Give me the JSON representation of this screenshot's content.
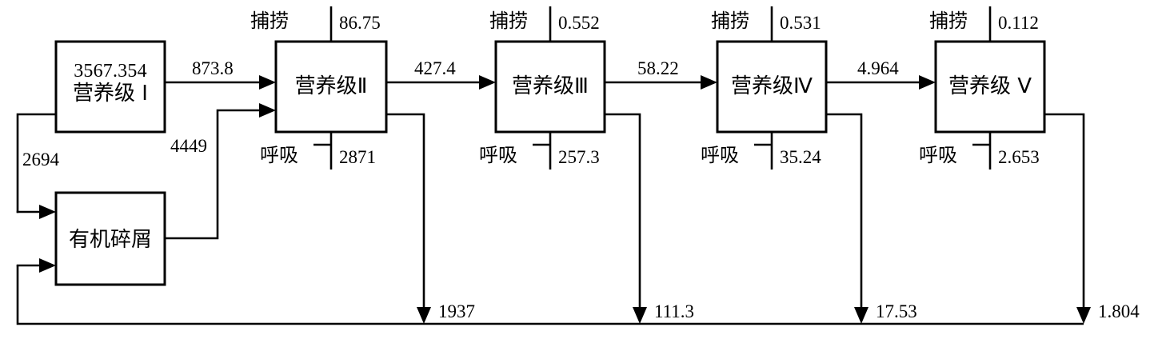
{
  "diagram": {
    "type": "energy-flow-diagram",
    "title_text": "",
    "labels": {
      "fishing": "捕捞",
      "respiration": "呼吸",
      "detritus": "有机碎屑"
    },
    "colors": {
      "stroke": "#000000",
      "background": "#ffffff"
    },
    "boxes": [
      {
        "id": "trophic-1",
        "name": "营养级Ⅰ",
        "name_plain": "营养级 Ⅰ",
        "biomass": "3567.354",
        "fishing": "",
        "respiration": ""
      },
      {
        "id": "trophic-2",
        "name": "营养级Ⅱ",
        "name_plain": "营养级Ⅱ",
        "biomass": "",
        "fishing": "86.75",
        "respiration": "2871"
      },
      {
        "id": "trophic-3",
        "name": "营养级Ⅲ",
        "name_plain": "营养级Ⅲ",
        "biomass": "",
        "fishing": "0.552",
        "respiration": "257.3"
      },
      {
        "id": "trophic-4",
        "name": "营养级Ⅳ",
        "name_plain": "营养级Ⅳ",
        "biomass": "",
        "fishing": "0.531",
        "respiration": "35.24"
      },
      {
        "id": "trophic-5",
        "name": "营养级Ⅴ",
        "name_plain": "营养级 Ⅴ",
        "biomass": "",
        "fishing": "0.112",
        "respiration": "2.653"
      }
    ],
    "flows": {
      "t1_to_t2": "873.8",
      "t2_to_t3": "427.4",
      "t3_to_t4": "58.22",
      "t4_to_t5": "4.964",
      "t1_to_detritus": "2694",
      "detritus_to_t2": "4449",
      "t2_to_detritus": "1937",
      "t3_to_detritus": "111.3",
      "t4_to_detritus": "17.53",
      "t5_to_detritus": "1.804"
    }
  },
  "chart_data": {
    "type": "diagram",
    "title": "",
    "nodes": [
      {
        "label": "营养级Ⅰ",
        "value": 3567.354
      },
      {
        "label": "有机碎屑",
        "value": null
      },
      {
        "label": "营养级Ⅱ",
        "value": null
      },
      {
        "label": "营养级Ⅲ",
        "value": null
      },
      {
        "label": "营养级Ⅳ",
        "value": null
      },
      {
        "label": "营养级Ⅴ",
        "value": null
      }
    ],
    "edges": [
      {
        "from": "营养级Ⅰ",
        "to": "营养级Ⅱ",
        "value": 873.8
      },
      {
        "from": "营养级Ⅱ",
        "to": "营养级Ⅲ",
        "value": 427.4
      },
      {
        "from": "营养级Ⅲ",
        "to": "营养级Ⅳ",
        "value": 58.22
      },
      {
        "from": "营养级Ⅳ",
        "to": "营养级Ⅴ",
        "value": 4.964
      },
      {
        "from": "营养级Ⅰ",
        "to": "有机碎屑",
        "value": 2694
      },
      {
        "from": "有机碎屑",
        "to": "营养级Ⅱ",
        "value": 4449
      },
      {
        "from": "营养级Ⅱ",
        "to": "有机碎屑",
        "value": 1937
      },
      {
        "from": "营养级Ⅲ",
        "to": "有机碎屑",
        "value": 111.3
      },
      {
        "from": "营养级Ⅳ",
        "to": "有机碎屑",
        "value": 17.53
      },
      {
        "from": "营养级Ⅴ",
        "to": "有机碎屑",
        "value": 1.804
      },
      {
        "from": "捕捞",
        "to": "营养级Ⅱ",
        "value": 86.75
      },
      {
        "from": "捕捞",
        "to": "营养级Ⅲ",
        "value": 0.552
      },
      {
        "from": "捕捞",
        "to": "营养级Ⅳ",
        "value": 0.531
      },
      {
        "from": "捕捞",
        "to": "营养级Ⅴ",
        "value": 0.112
      },
      {
        "from": "营养级Ⅱ",
        "to": "呼吸",
        "value": 2871
      },
      {
        "from": "营养级Ⅲ",
        "to": "呼吸",
        "value": 257.3
      },
      {
        "from": "营养级Ⅳ",
        "to": "呼吸",
        "value": 35.24
      },
      {
        "from": "营养级Ⅴ",
        "to": "呼吸",
        "value": 2.653
      }
    ]
  }
}
